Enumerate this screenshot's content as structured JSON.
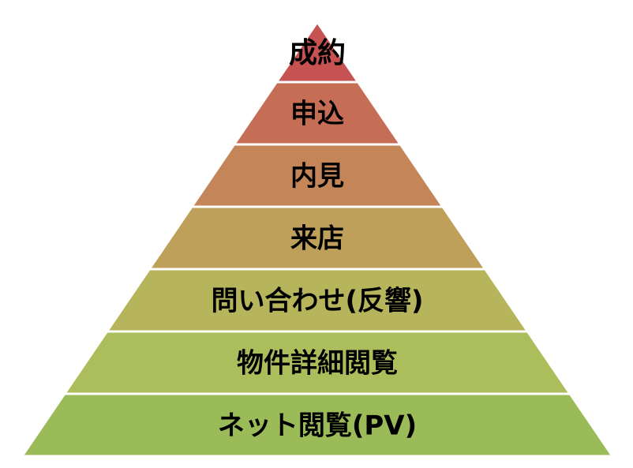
{
  "pyramid": {
    "levels": [
      {
        "label": "成約",
        "color": "#c65351"
      },
      {
        "label": "申込",
        "color": "#c66d55"
      },
      {
        "label": "内見",
        "color": "#c48658"
      },
      {
        "label": "来店",
        "color": "#bfa05a"
      },
      {
        "label": "問い合わせ(反響)",
        "color": "#b6b55c"
      },
      {
        "label": "物件詳細閲覧",
        "color": "#acbe5c"
      },
      {
        "label": "ネット閲覧(PV)",
        "color": "#9bbb59"
      }
    ]
  }
}
